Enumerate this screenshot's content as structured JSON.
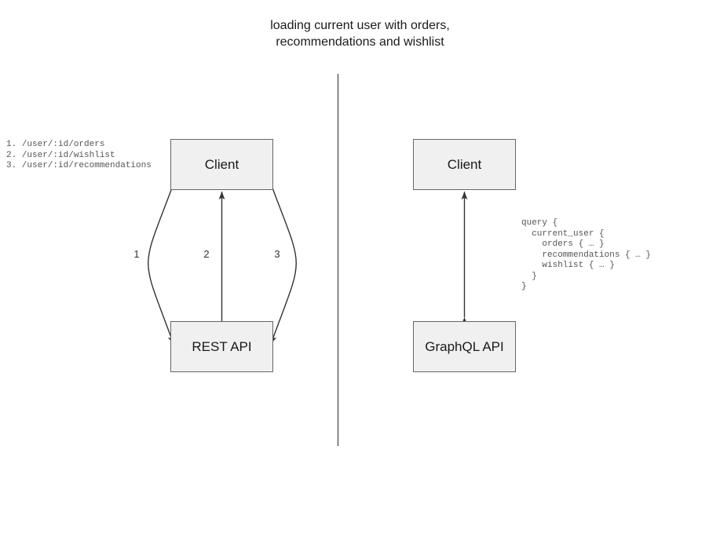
{
  "diagram": {
    "title": "loading current user with orders,\nrecommendations and wishlist",
    "divider": {
      "name": "vertical-divider",
      "color": "#666666"
    },
    "left_panel": {
      "name": "rest-approach",
      "client_label": "Client",
      "api_label": "REST API",
      "edge_labels": [
        "1",
        "2",
        "3"
      ],
      "endpoints": "1. /user/:id/orders\n2. /user/:id/wishlist\n3. /user/:id/recommendations"
    },
    "right_panel": {
      "name": "graphql-approach",
      "client_label": "Client",
      "api_label": "GraphQL API",
      "query": "query {\n  current_user {\n    orders { … }\n    recommendations { … }\n    wishlist { … }\n  }\n}"
    },
    "colors": {
      "box_fill": "#f0f0f0",
      "box_border": "#666666",
      "arrow": "#333333",
      "text": "#1a1a1a",
      "code_text": "#555555",
      "background": "#ffffff"
    }
  }
}
